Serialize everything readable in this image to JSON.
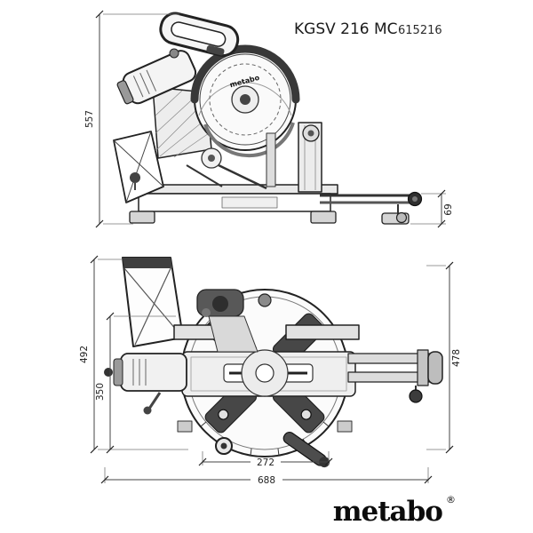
{
  "header": {
    "title": "KGSV 216 MC",
    "sku": "615216"
  },
  "drawing": {
    "guard_logo": "metabo",
    "side_view": {
      "height": "557",
      "base_height": "69"
    },
    "top_view": {
      "depth_total": "492",
      "depth_front": "350",
      "depth_right": "478",
      "width_inner": "272",
      "width_total": "688"
    }
  },
  "logo": {
    "text": "metabo",
    "registered": "®"
  }
}
